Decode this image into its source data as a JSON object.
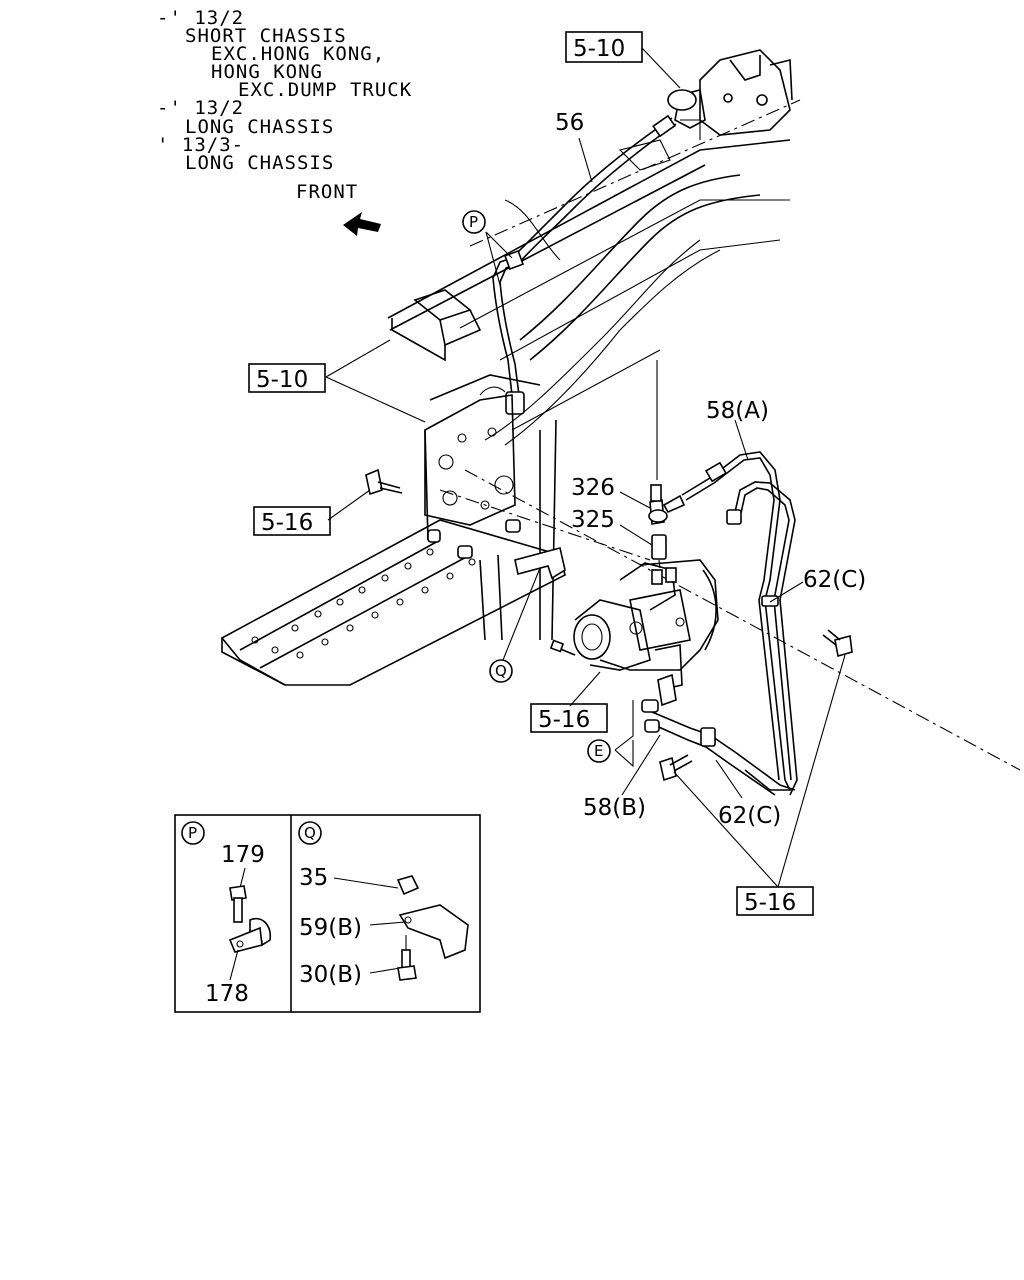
{
  "notes": {
    "line1": "-' 13/2",
    "line2": "SHORT CHASSIS",
    "line3": "EXC.HONG KONG,",
    "line4": "HONG KONG",
    "line5": "EXC.DUMP TRUCK",
    "line6": "-' 13/2",
    "line7": "LONG CHASSIS",
    "line8": "' 13/3-",
    "line9": "LONG CHASSIS",
    "front": "FRONT"
  },
  "callouts": {
    "ref_5_10_top": "5-10",
    "ref_5_10_left": "5-10",
    "ref_5_16_left": "5-16",
    "ref_5_16_mid": "5-16",
    "ref_5_16_bottom": "5-16",
    "part_56": "56",
    "part_58a": "58(A)",
    "part_326": "326",
    "part_325": "325",
    "part_62c_right": "62(C)",
    "part_58b": "58(B)",
    "part_62c_bottom": "62(C)",
    "marker_p": "P",
    "marker_q": "Q",
    "marker_e": "E"
  },
  "detail_p": {
    "marker": "P",
    "part_179": "179",
    "part_178": "178"
  },
  "detail_q": {
    "marker": "Q",
    "part_35": "35",
    "part_59b": "59(B)",
    "part_30b": "30(B)"
  }
}
